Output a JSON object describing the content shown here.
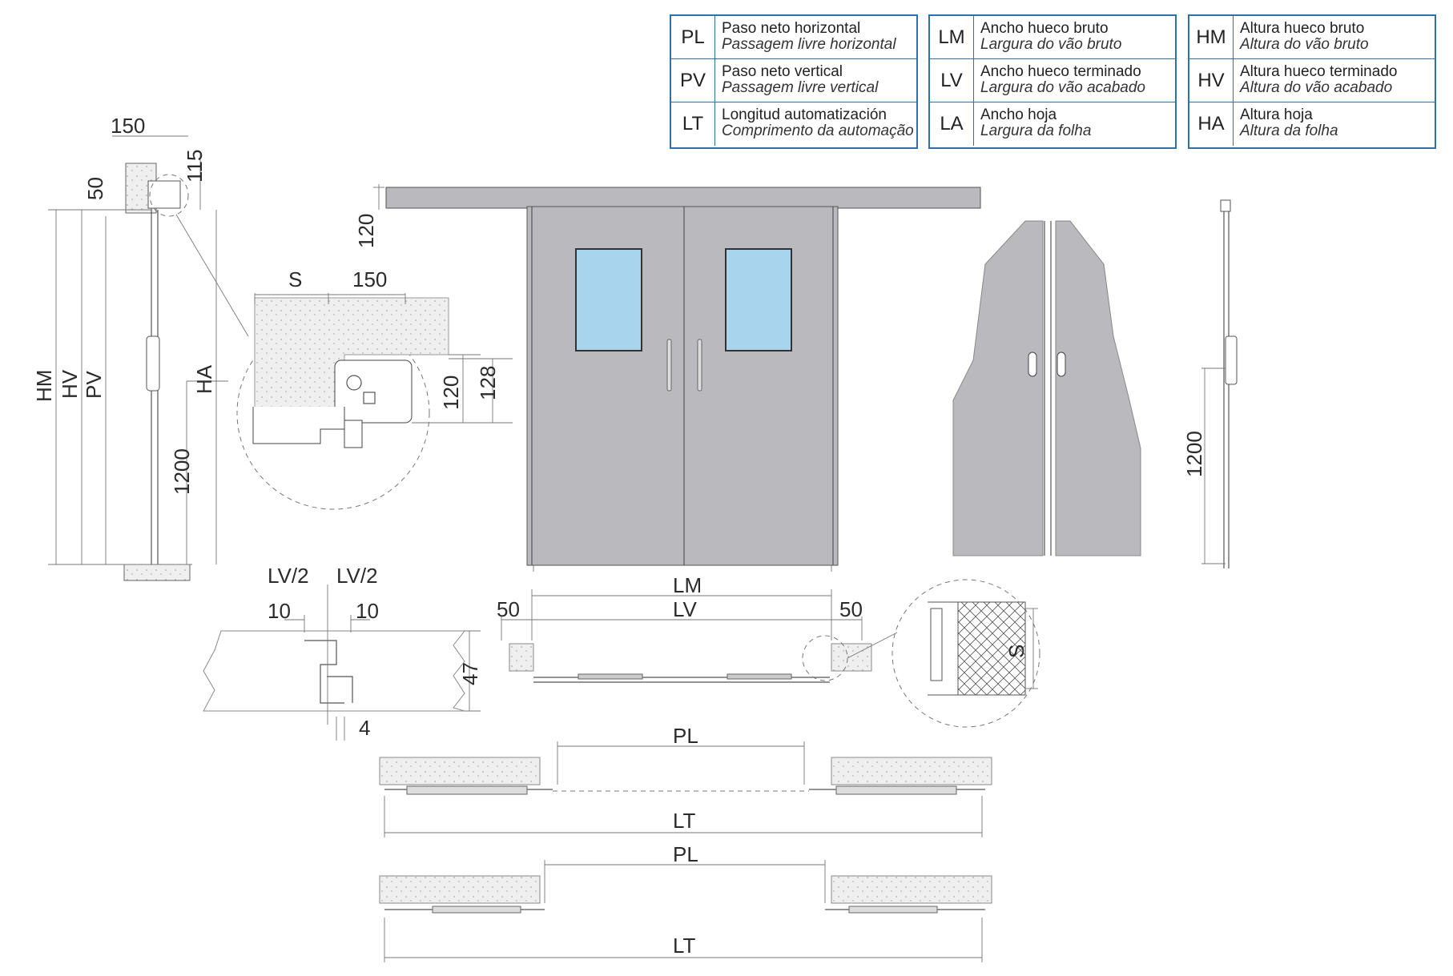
{
  "legend": [
    {
      "code": "PL",
      "es": "Paso neto horizontal",
      "pt": "Passagem livre horizontal"
    },
    {
      "code": "PV",
      "es": "Paso neto vertical",
      "pt": "Passagem livre vertical"
    },
    {
      "code": "LT",
      "es": "Longitud automatización",
      "pt": "Comprimento da automação"
    },
    {
      "code": "LM",
      "es": "Ancho hueco bruto",
      "pt": "Largura do vão bruto"
    },
    {
      "code": "LV",
      "es": "Ancho hueco terminado",
      "pt": "Largura do vão acabado"
    },
    {
      "code": "LA",
      "es": "Ancho hoja",
      "pt": "Largura da folha"
    },
    {
      "code": "HM",
      "es": "Altura hueco bruto",
      "pt": "Altura do vão bruto"
    },
    {
      "code": "HV",
      "es": "Altura hueco terminado",
      "pt": "Altura do vão acabado"
    },
    {
      "code": "HA",
      "es": "Altura hoja",
      "pt": "Altura da folha"
    }
  ],
  "dims": {
    "d150a": "150",
    "d115": "115",
    "d50a": "50",
    "hm": "HM",
    "hv": "HV",
    "pv": "PV",
    "ha": "HA",
    "d1200a": "1200",
    "s": "S",
    "d150b": "150",
    "d120a": "120",
    "d128": "128",
    "d120b": "120",
    "d1200b": "1200",
    "lv2a": "LV/2",
    "lv2b": "LV/2",
    "d10a": "10",
    "d10b": "10",
    "d47": "47",
    "d4": "4",
    "lm": "LM",
    "lv": "LV",
    "d50b": "50",
    "d50c": "50",
    "s2": "S",
    "pl1": "PL",
    "lt1": "LT",
    "pl2": "PL",
    "lt2": "LT"
  },
  "colors": {
    "legend_border": "#2f6faa",
    "door_fill": "#b9b9be",
    "glass": "#a8d4ee",
    "frame": "#555555"
  }
}
